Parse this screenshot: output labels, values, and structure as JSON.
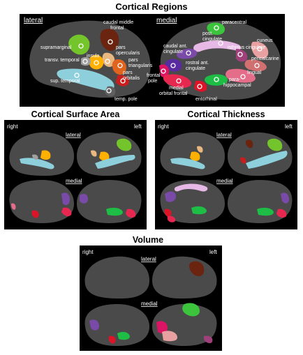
{
  "titles": {
    "regions": "Cortical Regions",
    "area": "Cortical Surface Area",
    "thickness": "Cortical Thickness",
    "volume": "Volume"
  },
  "views": {
    "lateral": "lateral",
    "medial": "medial",
    "right": "right",
    "left": "left"
  },
  "regions": {
    "supramarginal": "supramarginal",
    "caudal_middle_frontal_1": "caudal middle",
    "caudal_middle_frontal_2": "frontal",
    "pars_opercularis_1": "pars",
    "pars_opercularis_2": "opercularis",
    "insula": "insula",
    "transv_temporal": "transv. temporal",
    "pars_triangularis_1": "pars",
    "pars_triangularis_2": "triangularis",
    "pars_orbitalis_1": "pars",
    "pars_orbitalis_2": "orbitalis",
    "sup_temporal": "sup. temporal",
    "temp_pole": "temp. pole",
    "paracentral": "paracentral",
    "post_cingulate_1": "post.",
    "post_cingulate_2": "cingulate",
    "caudal_ant_cingulate_1": "caudal ant.",
    "caudal_ant_cingulate_2": "cingulate",
    "isthmus_cingulate": "isthmus cingulate",
    "cuneus": "cuneus",
    "rostral_ant_cingulate_1": "rostral ant.",
    "rostral_ant_cingulate_2": "cingulate",
    "pericalcarine": "pericalcarine",
    "lingual": "lingual",
    "frontal_pole_1": "frontal",
    "frontal_pole_2": "pole",
    "medial_orbital_frontal_1": "medial",
    "medial_orbital_frontal_2": "orbital frontal",
    "entorhinal": "entorhinal",
    "parahippocampal_1": "para-",
    "parahippocampal_2": "hippocampal"
  },
  "colors": {
    "supramarginal": "#74c42c",
    "caudal_middle_frontal": "#6a2410",
    "pars_opercularis": "#e8b880",
    "insula": "#ffb000",
    "transv_temporal": "#a0a0a0",
    "pars_triangularis": "#e0641e",
    "pars_orbitalis": "#c81e1e",
    "sup_temporal": "#8ecfdc",
    "temp_pole": "#606060",
    "paracentral": "#3cc43c",
    "post_cingulate": "#e6b8e6",
    "caudal_ant_cingulate": "#7a4aa8",
    "isthmus_cingulate": "#a0407a",
    "cuneus": "#e8a0a0",
    "rostral_ant_cingulate": "#5a2aa0",
    "pericalcarine": "#d07070",
    "lingual": "#e46e8a",
    "frontal_pole": "#dc1464",
    "medial_orbital_frontal": "#e62850",
    "entorhinal": "#dc1428",
    "parahippocampal": "#1ebe46",
    "brain": "#4a4a4a",
    "background": "#000000"
  }
}
